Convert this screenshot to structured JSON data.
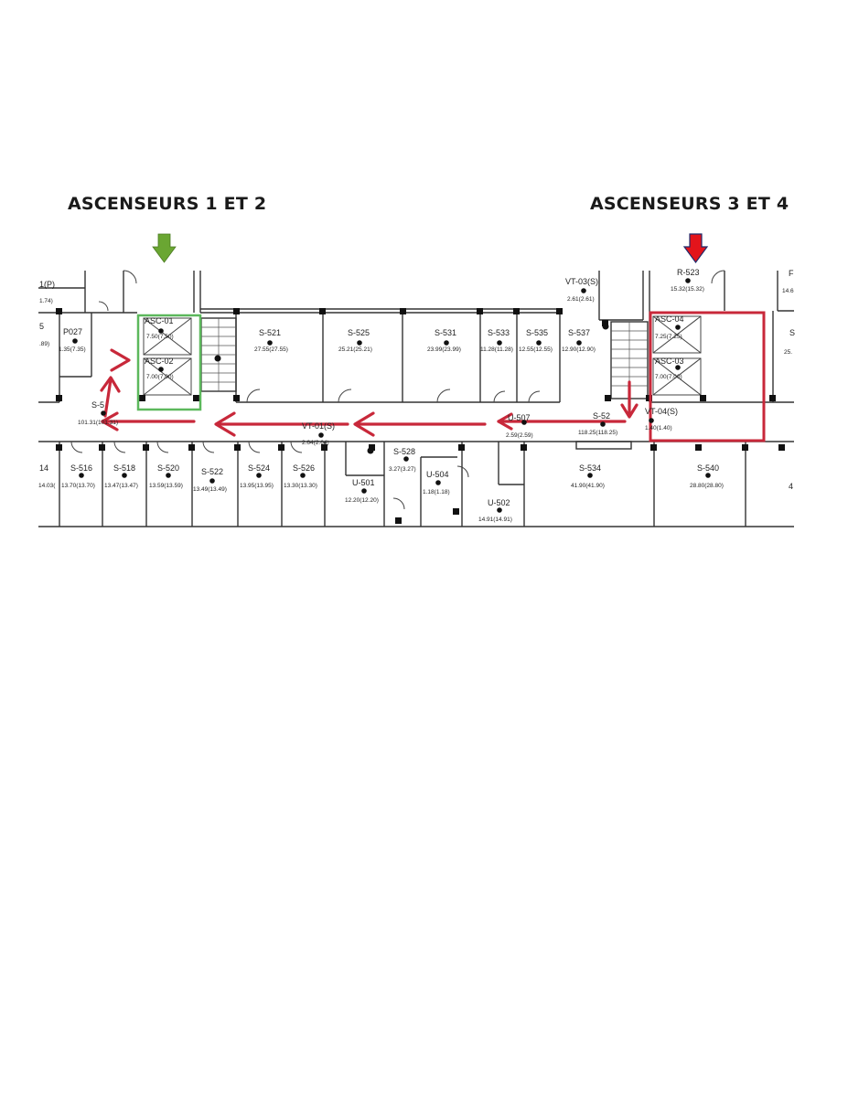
{
  "headers": {
    "left": "ASCENSEURS 1 ET 2",
    "right": "ASCENSEURS 3 ET 4"
  },
  "colors": {
    "arrow_red": "#c8283a",
    "marker_green": "#6aa632",
    "marker_red": "#e3141b",
    "box_green": "#5cb85c",
    "box_red": "#c8283a",
    "walls": "#333333"
  },
  "rooms": {
    "r_p_top": {
      "name": "1(P)",
      "area": "1.74)"
    },
    "r_5_left": {
      "name": "5",
      "area": ".89)"
    },
    "p027": {
      "name": "P027",
      "area": "1.35(7.35)"
    },
    "asc01": {
      "name": "ASC-01",
      "area": "7.50(7.50)"
    },
    "asc02": {
      "name": "ASC-02",
      "area": "7.00(7.00)"
    },
    "s521": {
      "name": "S-521",
      "area": "27.55(27.55)"
    },
    "s525": {
      "name": "S-525",
      "area": "25.21(25.21)"
    },
    "s531": {
      "name": "S-531",
      "area": "23.99(23.99)"
    },
    "s533": {
      "name": "S-533",
      "area": "11.28(11.28)"
    },
    "s535": {
      "name": "S-535",
      "area": "12.55(12.55)"
    },
    "s537": {
      "name": "S-537",
      "area": "12.90(12.90)"
    },
    "vt03": {
      "name": "VT-03(S)",
      "area": "2.61(2.61)"
    },
    "r523": {
      "name": "R-523",
      "area": "15.32(15.32)"
    },
    "r_right_top": {
      "name": "F",
      "area": "14.6"
    },
    "r_right_mid": {
      "name": "S",
      "area": "25."
    },
    "asc04": {
      "name": "ASC-04",
      "area": "7.25(7.25)"
    },
    "asc03": {
      "name": "ASC-03",
      "area": "7.00(7.00)"
    },
    "s5_corr": {
      "name": "S-5",
      "area": "101.31(101.31)"
    },
    "vt01": {
      "name": "VT-01(S)",
      "area": "2.64(2.64)"
    },
    "u_mid": {
      "name": "U-507",
      "area": "2.59(2.59)"
    },
    "s52": {
      "name": "S-52",
      "area": "118.25(118.25)"
    },
    "vt04": {
      "name": "VT-04(S)",
      "area": "1.40(1.40)"
    },
    "s514": {
      "name": "14",
      "area": "14.03("
    },
    "s516": {
      "name": "S-516",
      "area": "13.70(13.70)"
    },
    "s518": {
      "name": "S-518",
      "area": "13.47(13.47)"
    },
    "s520": {
      "name": "S-520",
      "area": "13.59(13.59)"
    },
    "s522": {
      "name": "S-522",
      "area": "13.49(13.49)"
    },
    "s524": {
      "name": "S-524",
      "area": "13.95(13.95)"
    },
    "s526": {
      "name": "S-526",
      "area": "13.30(13.30)"
    },
    "s528": {
      "name": "S-528",
      "area": "3.27(3.27)"
    },
    "u501": {
      "name": "U-501",
      "area": "12.20(12.20)"
    },
    "u504": {
      "name": "U-504",
      "area": "1.18(1.18)"
    },
    "u502": {
      "name": "U-502",
      "area": "14.91(14.91)"
    },
    "s534": {
      "name": "S-534",
      "area": "41.90(41.90)"
    },
    "s540": {
      "name": "S-540",
      "area": "28.80(28.80)"
    },
    "r_far_right": {
      "name": "4",
      "area": ""
    }
  }
}
